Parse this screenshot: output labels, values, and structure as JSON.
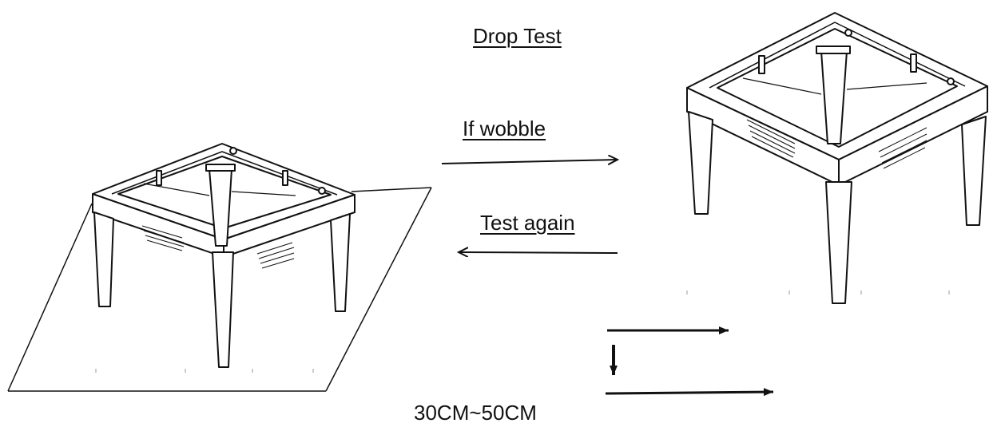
{
  "title": "Drop Test",
  "labels": {
    "wobble": "If  wobble",
    "test_again": "Test again",
    "drop_height": "30CM~50CM"
  },
  "colors": {
    "ink": "#111111",
    "background": "#ffffff"
  }
}
